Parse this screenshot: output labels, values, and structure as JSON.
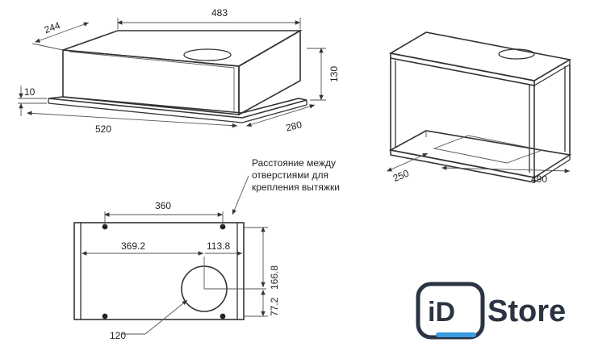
{
  "diagram": {
    "dims_top_left": {
      "depth": "244",
      "width": "483",
      "height": "130",
      "flange": "10",
      "base_width": "520",
      "base_depth": "280"
    },
    "dims_top_right": {
      "depth": "250",
      "width": "490"
    },
    "dims_bottom": {
      "hole_spacing": "360",
      "offset_x": "369.2",
      "radius_x": "113.8",
      "offset_y": "166.8",
      "bottom_y": "77.2",
      "diameter": "120"
    },
    "note_lines": [
      "Расстояние между",
      "отверстиями для",
      "крепления вытяжки"
    ]
  },
  "logo": {
    "part1": "iD",
    "part2": "Store",
    "brand_color": "#2a3442",
    "accent_color": "#3b9be0"
  }
}
